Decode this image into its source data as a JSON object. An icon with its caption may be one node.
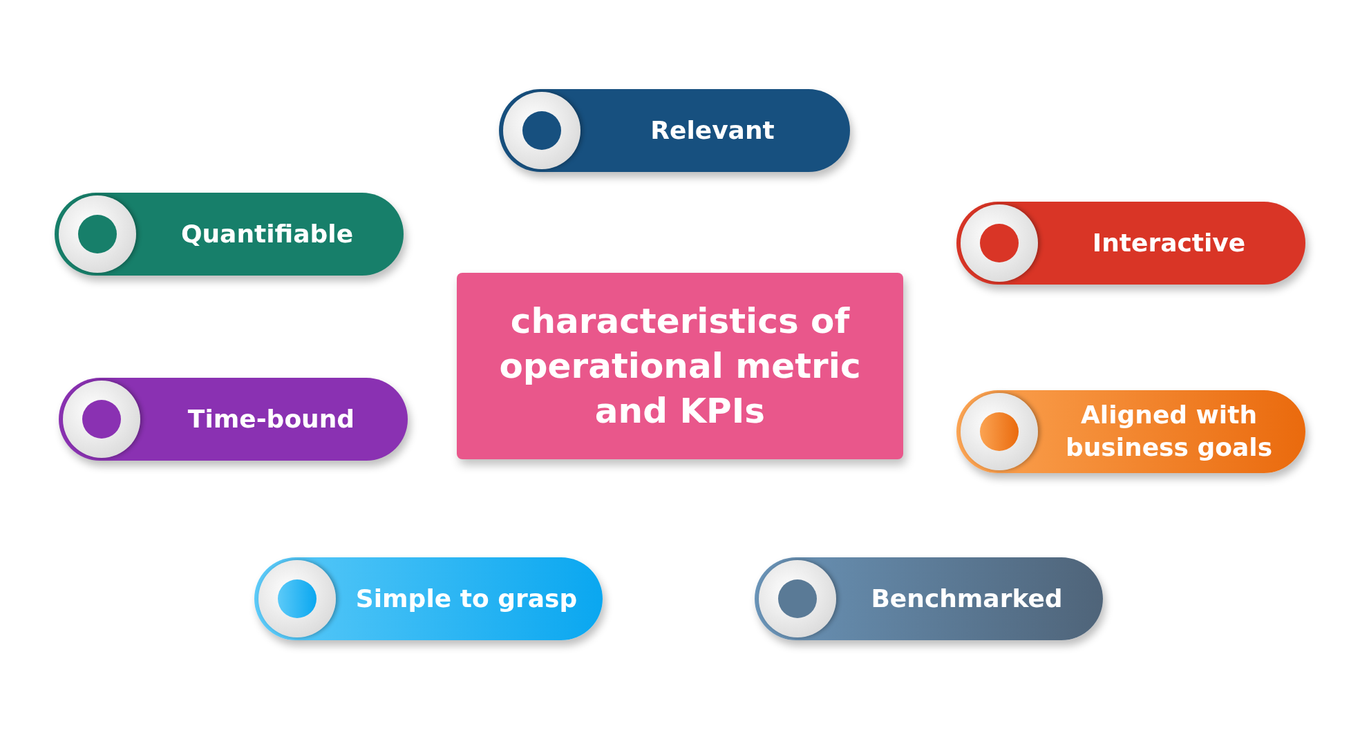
{
  "diagram": {
    "nodes": [
      {
        "text": [
          "Relevant"
        ]
      },
      {
        "text": [
          "Quantifiable"
        ]
      },
      {
        "text": [
          "Interactive"
        ]
      },
      {
        "text": [
          "characteristics of operational metric and KPIs"
        ]
      },
      {
        "text": [
          "Time-bound"
        ]
      },
      {
        "text": [
          "Aligned with business goals"
        ]
      },
      {
        "text": [
          "Simple to grasp"
        ]
      },
      {
        "text": [
          "Benchmarked"
        ]
      }
    ]
  }
}
